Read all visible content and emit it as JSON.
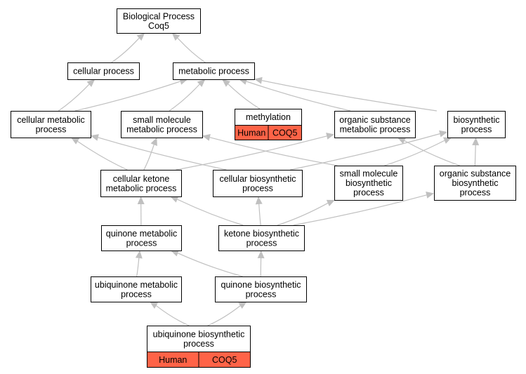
{
  "colors": {
    "edge": "#c0c0c0",
    "annotation": "#ff6347",
    "node_border": "#000000",
    "node_fill": "#ffffff"
  },
  "nodes": [
    {
      "id": "bp",
      "lines": [
        "Biological Process",
        "Coq5"
      ]
    },
    {
      "id": "cellular_process",
      "lines": [
        "cellular process"
      ]
    },
    {
      "id": "metabolic_process",
      "lines": [
        "metabolic process"
      ]
    },
    {
      "id": "cellular_metabolic_process",
      "lines": [
        "cellular metabolic",
        "process"
      ]
    },
    {
      "id": "small_molecule_metabolic_process",
      "lines": [
        "small molecule",
        "metabolic process"
      ]
    },
    {
      "id": "methylation",
      "lines": [
        "methylation"
      ],
      "annotation": [
        "Human",
        "COQ5"
      ]
    },
    {
      "id": "organic_substance_metabolic_process",
      "lines": [
        "organic substance",
        "metabolic process"
      ]
    },
    {
      "id": "biosynthetic_process",
      "lines": [
        "biosynthetic",
        "process"
      ]
    },
    {
      "id": "cellular_ketone_metabolic_process",
      "lines": [
        "cellular ketone",
        "metabolic process"
      ]
    },
    {
      "id": "cellular_biosynthetic_process",
      "lines": [
        "cellular biosynthetic",
        "process"
      ]
    },
    {
      "id": "small_molecule_biosynthetic_process",
      "lines": [
        "small molecule",
        "biosynthetic",
        "process"
      ]
    },
    {
      "id": "organic_substance_biosynthetic_process",
      "lines": [
        "organic substance",
        "biosynthetic",
        "process"
      ]
    },
    {
      "id": "quinone_metabolic_process",
      "lines": [
        "quinone metabolic",
        "process"
      ]
    },
    {
      "id": "ketone_biosynthetic_process",
      "lines": [
        "ketone biosynthetic",
        "process"
      ]
    },
    {
      "id": "ubiquinone_metabolic_process",
      "lines": [
        "ubiquinone metabolic",
        "process"
      ]
    },
    {
      "id": "quinone_biosynthetic_process",
      "lines": [
        "quinone biosynthetic",
        "process"
      ]
    },
    {
      "id": "ubiquinone_biosynthetic_process",
      "lines": [
        "ubiquinone biosynthetic",
        "process"
      ],
      "annotation": [
        "Human",
        "COQ5"
      ]
    }
  ],
  "edges": [
    [
      "cellular_process",
      "bp"
    ],
    [
      "metabolic_process",
      "bp"
    ],
    [
      "cellular_metabolic_process",
      "cellular_process"
    ],
    [
      "cellular_metabolic_process",
      "metabolic_process"
    ],
    [
      "small_molecule_metabolic_process",
      "metabolic_process"
    ],
    [
      "methylation",
      "metabolic_process"
    ],
    [
      "organic_substance_metabolic_process",
      "metabolic_process"
    ],
    [
      "biosynthetic_process",
      "metabolic_process"
    ],
    [
      "cellular_ketone_metabolic_process",
      "cellular_metabolic_process"
    ],
    [
      "cellular_ketone_metabolic_process",
      "small_molecule_metabolic_process"
    ],
    [
      "cellular_ketone_metabolic_process",
      "organic_substance_metabolic_process"
    ],
    [
      "cellular_biosynthetic_process",
      "cellular_metabolic_process"
    ],
    [
      "cellular_biosynthetic_process",
      "biosynthetic_process"
    ],
    [
      "small_molecule_biosynthetic_process",
      "small_molecule_metabolic_process"
    ],
    [
      "small_molecule_biosynthetic_process",
      "biosynthetic_process"
    ],
    [
      "organic_substance_biosynthetic_process",
      "organic_substance_metabolic_process"
    ],
    [
      "organic_substance_biosynthetic_process",
      "biosynthetic_process"
    ],
    [
      "quinone_metabolic_process",
      "cellular_ketone_metabolic_process"
    ],
    [
      "ketone_biosynthetic_process",
      "cellular_ketone_metabolic_process"
    ],
    [
      "ketone_biosynthetic_process",
      "cellular_biosynthetic_process"
    ],
    [
      "ketone_biosynthetic_process",
      "small_molecule_biosynthetic_process"
    ],
    [
      "ketone_biosynthetic_process",
      "organic_substance_biosynthetic_process"
    ],
    [
      "ubiquinone_metabolic_process",
      "quinone_metabolic_process"
    ],
    [
      "quinone_biosynthetic_process",
      "quinone_metabolic_process"
    ],
    [
      "quinone_biosynthetic_process",
      "ketone_biosynthetic_process"
    ],
    [
      "ubiquinone_biosynthetic_process",
      "ubiquinone_metabolic_process"
    ],
    [
      "ubiquinone_biosynthetic_process",
      "quinone_biosynthetic_process"
    ]
  ]
}
